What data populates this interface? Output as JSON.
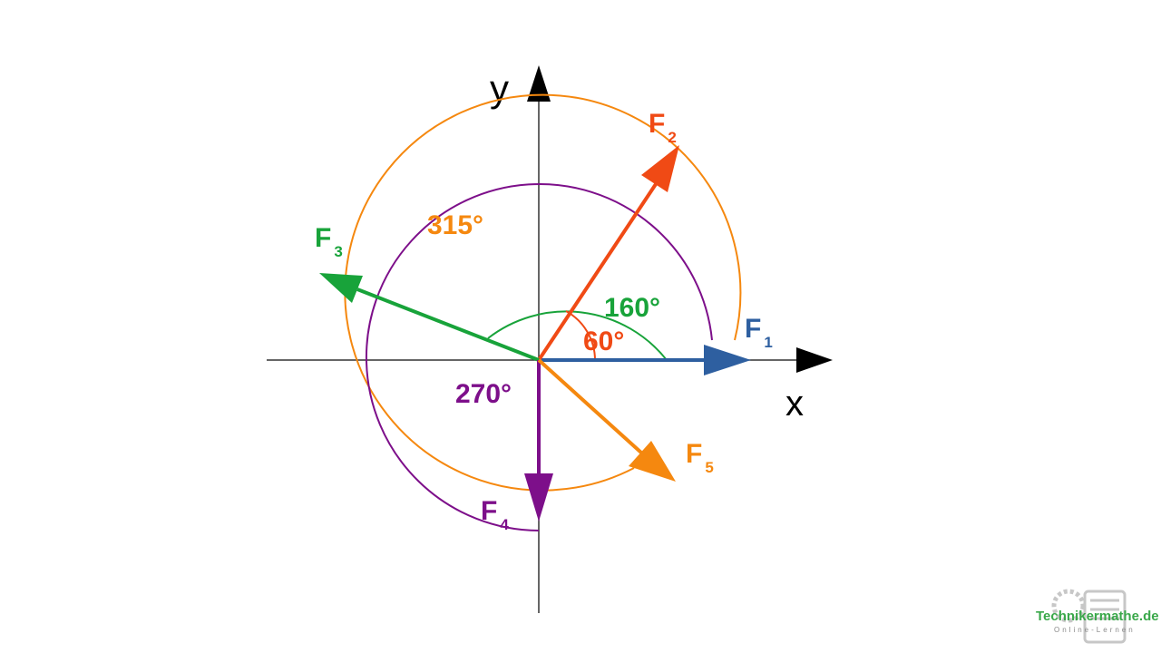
{
  "axes": {
    "x_label": "x",
    "y_label": "y"
  },
  "forces": [
    {
      "name": "F",
      "subscript": "1",
      "color": "#2e5fa0"
    },
    {
      "name": "F",
      "subscript": "2",
      "color": "#f04a15"
    },
    {
      "name": "F",
      "subscript": "3",
      "color": "#18a33a"
    },
    {
      "name": "F",
      "subscript": "4",
      "color": "#7d0f8a"
    },
    {
      "name": "F",
      "subscript": "5",
      "color": "#f5880f"
    }
  ],
  "angles": [
    {
      "label": "60°",
      "color": "#f04a15"
    },
    {
      "label": "160°",
      "color": "#18a33a"
    },
    {
      "label": "270°",
      "color": "#7d0f8a"
    },
    {
      "label": "315°",
      "color": "#f5880f"
    }
  ],
  "watermark": {
    "title": "Technikermathe.de",
    "subtitle": "Online-Lernen",
    "title_color": "#3aa84a"
  }
}
